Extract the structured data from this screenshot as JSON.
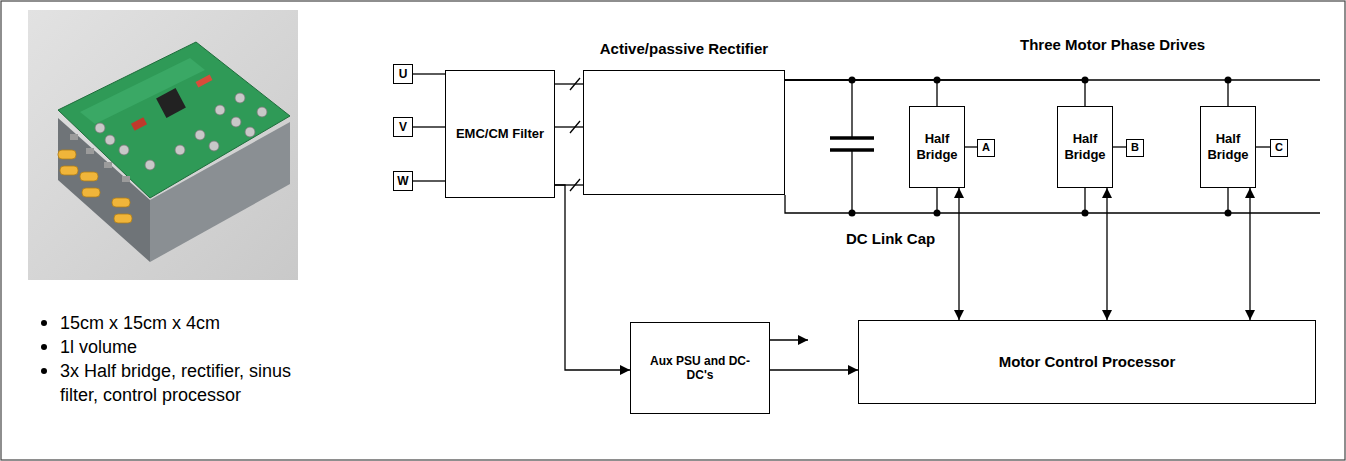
{
  "diagram": {
    "nodes": [
      {
        "text": [
          "U"
        ]
      },
      {
        "text": [
          "V"
        ]
      },
      {
        "text": [
          "W"
        ]
      },
      {
        "text": [
          "EMC/CM Filter"
        ]
      },
      {
        "text": [
          "Active/passive Rectifier"
        ]
      },
      {
        "text": [
          "Half Bridge"
        ]
      },
      {
        "text": [
          "A"
        ]
      },
      {
        "text": [
          "Half Bridge"
        ]
      },
      {
        "text": [
          "B"
        ]
      },
      {
        "text": [
          "Half Bridge"
        ]
      },
      {
        "text": [
          "C"
        ]
      },
      {
        "text": [
          "Aux PSU and DC-DC's"
        ]
      },
      {
        "text": [
          "Motor Control Processor"
        ]
      }
    ],
    "edges": [
      {
        "from": 0,
        "to": 3,
        "arrow": "none"
      },
      {
        "from": 1,
        "to": 3,
        "arrow": "none"
      },
      {
        "from": 2,
        "to": 3,
        "arrow": "none"
      },
      {
        "from": 3,
        "to": 4,
        "arrow": "none"
      },
      {
        "from": 3,
        "to": 4,
        "arrow": "none"
      },
      {
        "from": 3,
        "to": 4,
        "arrow": "none"
      },
      {
        "from": 4,
        "to": 5,
        "arrow": "none"
      },
      {
        "from": 4,
        "to": 7,
        "arrow": "none"
      },
      {
        "from": 4,
        "to": 9,
        "arrow": "none"
      },
      {
        "from": 5,
        "to": 6,
        "arrow": "none"
      },
      {
        "from": 7,
        "to": 8,
        "arrow": "none"
      },
      {
        "from": 9,
        "to": 10,
        "arrow": "none"
      },
      {
        "from": 3,
        "to": 11,
        "arrow": "to"
      },
      {
        "from": 11,
        "to": 12,
        "arrow": "to"
      },
      {
        "from": 5,
        "to": 12,
        "arrow": "both"
      },
      {
        "from": 7,
        "to": 12,
        "arrow": "both"
      },
      {
        "from": 9,
        "to": 12,
        "arrow": "both"
      }
    ],
    "labels": [
      "Three Motor Phase Drives",
      "DC Link Cap",
      "15cm x 15cm x 4cm",
      "1l volume",
      "3x Half bridge, rectifier, sinus filter, control processor"
    ]
  }
}
